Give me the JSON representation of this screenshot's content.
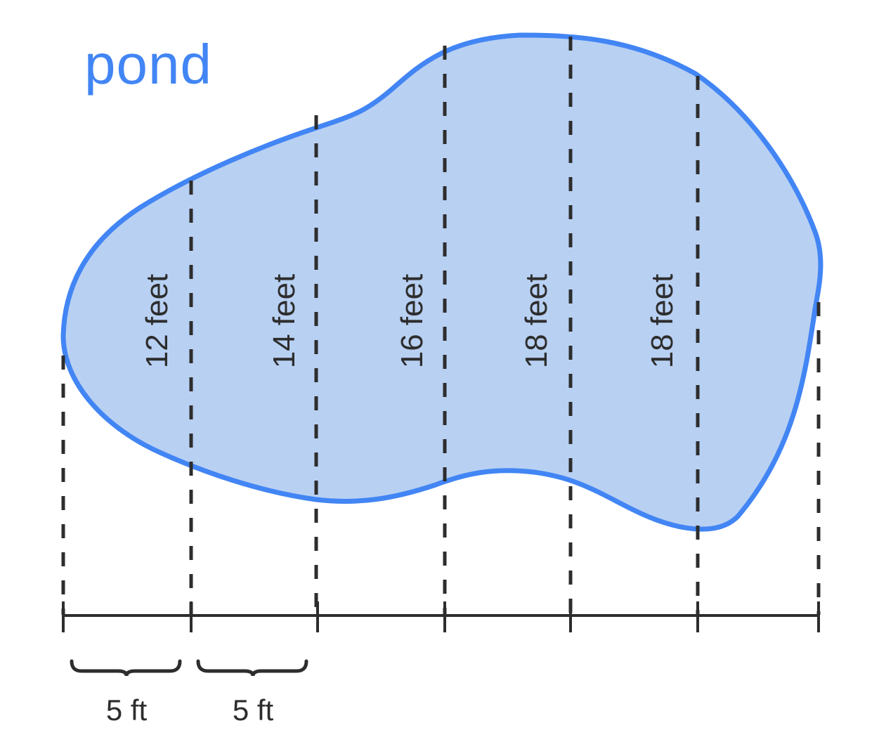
{
  "title": "pond",
  "colors": {
    "pond_fill": "#b8d0f2",
    "pond_outline": "#4285f4",
    "title": "#4285f4",
    "lines": "#2d2d2d"
  },
  "widths": [
    {
      "label": "12 feet",
      "value": 12,
      "unit": "feet"
    },
    {
      "label": "14 feet",
      "value": 14,
      "unit": "feet"
    },
    {
      "label": "16 feet",
      "value": 16,
      "unit": "feet"
    },
    {
      "label": "18 feet",
      "value": 18,
      "unit": "feet"
    },
    {
      "label": "18 feet",
      "value": 18,
      "unit": "feet"
    }
  ],
  "segments": [
    {
      "label": "5 ft",
      "value": 5,
      "unit": "ft"
    },
    {
      "label": "5 ft",
      "value": 5,
      "unit": "ft"
    }
  ],
  "baseline": {
    "tick_count": 7,
    "interval_label": "5 ft"
  }
}
